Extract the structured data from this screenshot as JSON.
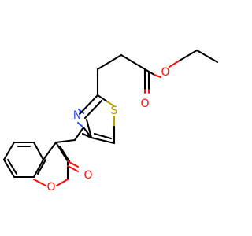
{
  "molecule": {
    "atom_labels": {
      "ester_oxygen": "O",
      "carbonyl_oxygen": "O",
      "thiazole_nitrogen": "N",
      "thiazole_sulfur": "S",
      "ring_oxygen": "O",
      "lactone_carbonyl_oxygen": "O"
    }
  },
  "colors": {
    "bond": "#000000",
    "oxygen": "#ff0d0d",
    "nitrogen": "#3050f8",
    "sulfur": "#b8a000",
    "background": "#ffffff"
  }
}
